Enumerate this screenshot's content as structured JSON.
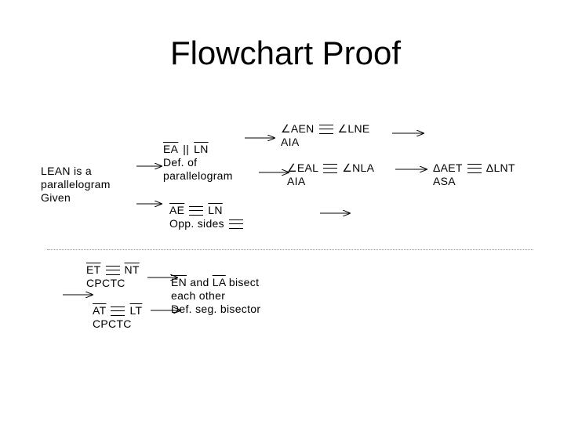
{
  "title": "Flowchart Proof",
  "given": {
    "statement": "LEAN is a parallelogram",
    "statement_line1": "LEAN is a",
    "statement_line2": "parallelogram",
    "reason": "Given"
  },
  "step_parallel": {
    "seg1": "EA",
    "symbol": "||",
    "seg2": "LN",
    "reason_line1": "Def. of",
    "reason_line2": "parallelogram"
  },
  "step_opp_sides": {
    "seg1": "AE",
    "seg2": "LN",
    "reason": "Opp. sides"
  },
  "step_angle1": {
    "angle1": "AEN",
    "angle2": "LNE",
    "reason": "AIA"
  },
  "step_angle2": {
    "angle1": "EAL",
    "angle2": "NLA",
    "reason": "AIA"
  },
  "step_triangles": {
    "tri1": "AET",
    "tri2": "LNT",
    "delta": "Δ",
    "reason": "ASA"
  },
  "step_et_nt": {
    "seg1": "ET",
    "seg2": "NT",
    "reason": "CPCTC"
  },
  "step_at_lt": {
    "seg1": "AT",
    "seg2": "LT",
    "reason": "CPCTC"
  },
  "conclusion": {
    "seg1": "EN",
    "and": "and",
    "seg2": "LA",
    "text_rest": "bisect",
    "line2": "each other",
    "reason": "Def. seg. bisector"
  }
}
